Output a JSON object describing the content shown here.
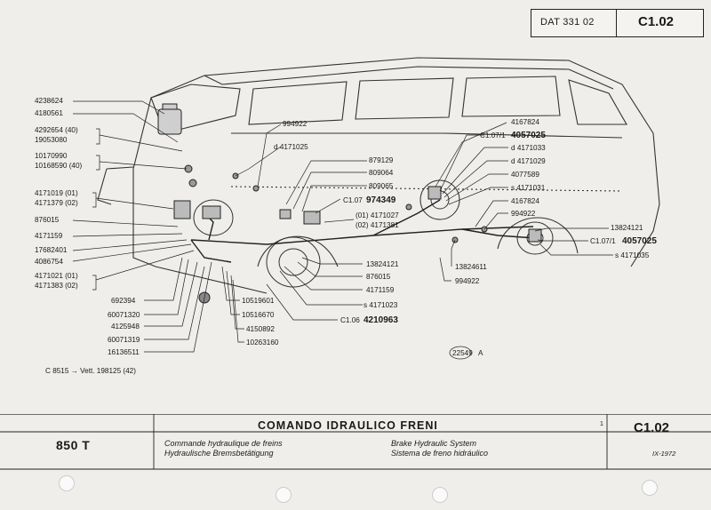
{
  "header": {
    "dat_label": "DAT 331 02",
    "code": "C1.02"
  },
  "diagram": {
    "left_labels": [
      "4238624",
      "4180561",
      "4292654 (40)",
      "19053080",
      "10170990",
      "10168590 (40)",
      "4171019 (01)",
      "4171379 (02)",
      "876015",
      "4171159",
      "17682401",
      "4086754",
      "4171021 (01)",
      "4171383 (02)"
    ],
    "bottom_labels": [
      "692394",
      "60071320",
      "4125948",
      "60071319",
      "16136511"
    ],
    "bottom_mid_labels": [
      "10519601",
      "10516670",
      "4150892",
      "10263160"
    ],
    "vett_note": "C 8515 → Vett. 198125 (42)",
    "top_mid_labels": {
      "l1": "994922",
      "l2": "d 4171025"
    },
    "center_labels": [
      "879129",
      "809064",
      "809065"
    ],
    "c107_label": "C1.07",
    "c107_code": "974349",
    "center_pair": [
      "(01) 4171027",
      "(02) 4171381"
    ],
    "right_of_center": [
      "13824121",
      "876015",
      "4171159",
      "s 4171023"
    ],
    "c106_label": "C1.06",
    "c106_code": "4210963",
    "upper_right_labels": [
      "4167824",
      "d 4171033",
      "d 4171029",
      "4077589",
      "s 4171031",
      "4167824",
      "994922"
    ],
    "c1071_label": "C1.07/1",
    "c1071_code": "4057025",
    "mid_right_labels": {
      "l1": "13824611",
      "l2": "994922"
    },
    "far_right_labels": [
      "13824121",
      "s 4171035"
    ],
    "stamp": "22549",
    "stamp_letter": "A"
  },
  "footer": {
    "model": "850 T",
    "title": "COMANDO IDRAULICO FRENI",
    "fr": "Commande hydraulique de freins",
    "de": "Hydraulische Bremsbetätigung",
    "en": "Brake Hydraulic System",
    "it": "Sistema de freno hidráulico",
    "code": "C1.02",
    "page_marker": "1",
    "date": "IX-1972"
  }
}
